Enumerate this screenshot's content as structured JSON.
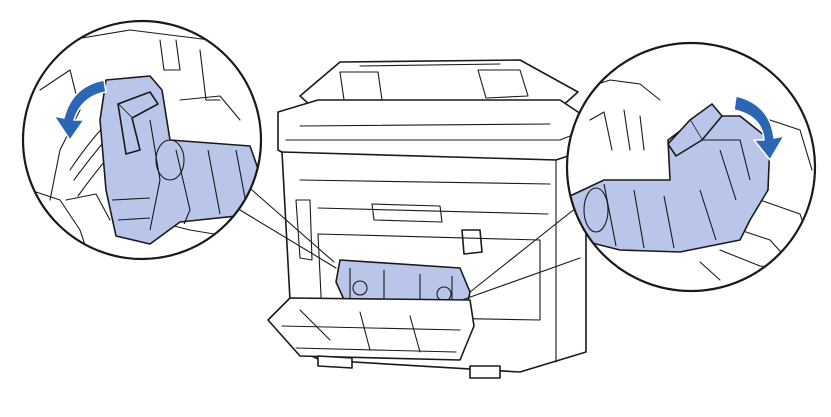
{
  "illustration": {
    "subject": "printer-rear-view",
    "colors": {
      "highlight": "#b9c6ea",
      "arrow": "#2a66b3",
      "line": "#1a1a1a",
      "background": "#ffffff"
    },
    "callouts": [
      {
        "side": "left",
        "arrow": "curved-down-left",
        "target": "fuser-lever-left"
      },
      {
        "side": "right",
        "arrow": "curved-down-right",
        "target": "fuser-lever-right"
      }
    ]
  }
}
